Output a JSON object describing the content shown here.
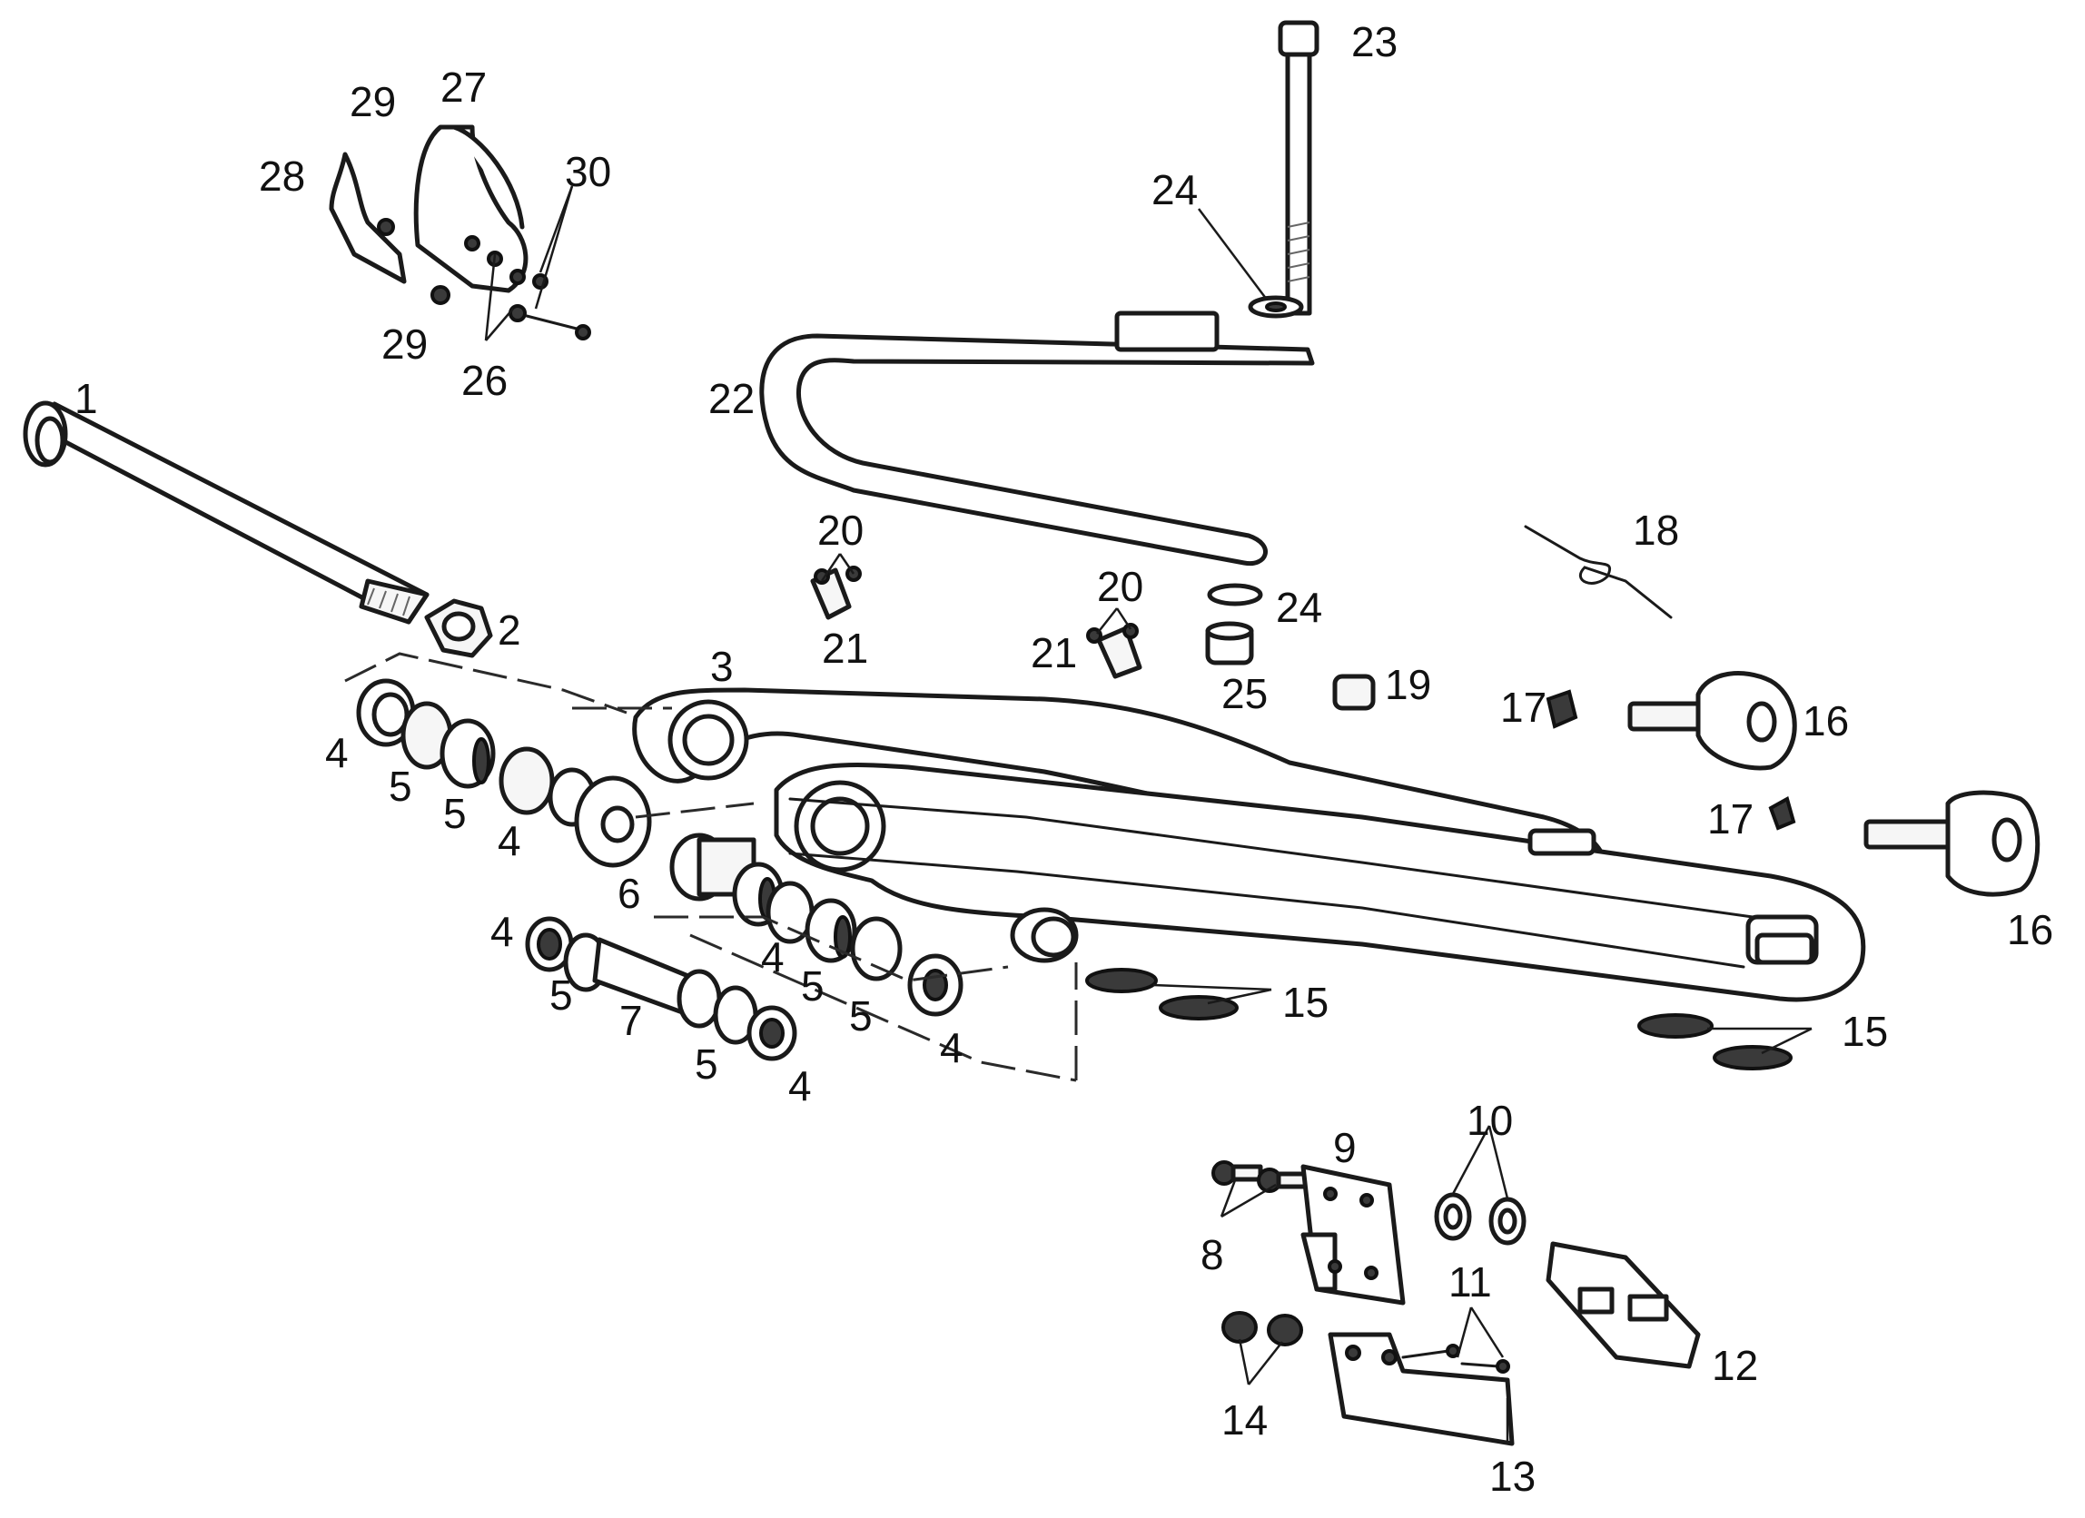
{
  "callouts": [
    {
      "id": "c1",
      "label": "1"
    },
    {
      "id": "c2",
      "label": "2"
    },
    {
      "id": "c3",
      "label": "3"
    },
    {
      "id": "c4a",
      "label": "4"
    },
    {
      "id": "c4b",
      "label": "4"
    },
    {
      "id": "c4c",
      "label": "4"
    },
    {
      "id": "c4d",
      "label": "4"
    },
    {
      "id": "c4e",
      "label": "4"
    },
    {
      "id": "c4f",
      "label": "4"
    },
    {
      "id": "c5a",
      "label": "5"
    },
    {
      "id": "c5b",
      "label": "5"
    },
    {
      "id": "c5c",
      "label": "5"
    },
    {
      "id": "c5d",
      "label": "5"
    },
    {
      "id": "c5e",
      "label": "5"
    },
    {
      "id": "c5f",
      "label": "5"
    },
    {
      "id": "c6",
      "label": "6"
    },
    {
      "id": "c7",
      "label": "7"
    },
    {
      "id": "c8",
      "label": "8"
    },
    {
      "id": "c9",
      "label": "9"
    },
    {
      "id": "c10",
      "label": "10"
    },
    {
      "id": "c11",
      "label": "11"
    },
    {
      "id": "c12",
      "label": "12"
    },
    {
      "id": "c13",
      "label": "13"
    },
    {
      "id": "c14",
      "label": "14"
    },
    {
      "id": "c15a",
      "label": "15"
    },
    {
      "id": "c15b",
      "label": "15"
    },
    {
      "id": "c16a",
      "label": "16"
    },
    {
      "id": "c16b",
      "label": "16"
    },
    {
      "id": "c17a",
      "label": "17"
    },
    {
      "id": "c17b",
      "label": "17"
    },
    {
      "id": "c18",
      "label": "18"
    },
    {
      "id": "c19",
      "label": "19"
    },
    {
      "id": "c20a",
      "label": "20"
    },
    {
      "id": "c20b",
      "label": "20"
    },
    {
      "id": "c21a",
      "label": "21"
    },
    {
      "id": "c21b",
      "label": "21"
    },
    {
      "id": "c22",
      "label": "22"
    },
    {
      "id": "c23",
      "label": "23"
    },
    {
      "id": "c24a",
      "label": "24"
    },
    {
      "id": "c24b",
      "label": "24"
    },
    {
      "id": "c25",
      "label": "25"
    },
    {
      "id": "c26",
      "label": "26"
    },
    {
      "id": "c27",
      "label": "27"
    },
    {
      "id": "c28",
      "label": "28"
    },
    {
      "id": "c29a",
      "label": "29"
    },
    {
      "id": "c29b",
      "label": "29"
    },
    {
      "id": "c30",
      "label": "30"
    }
  ],
  "colors": {
    "ink": "#111111",
    "paper": "#ffffff"
  }
}
